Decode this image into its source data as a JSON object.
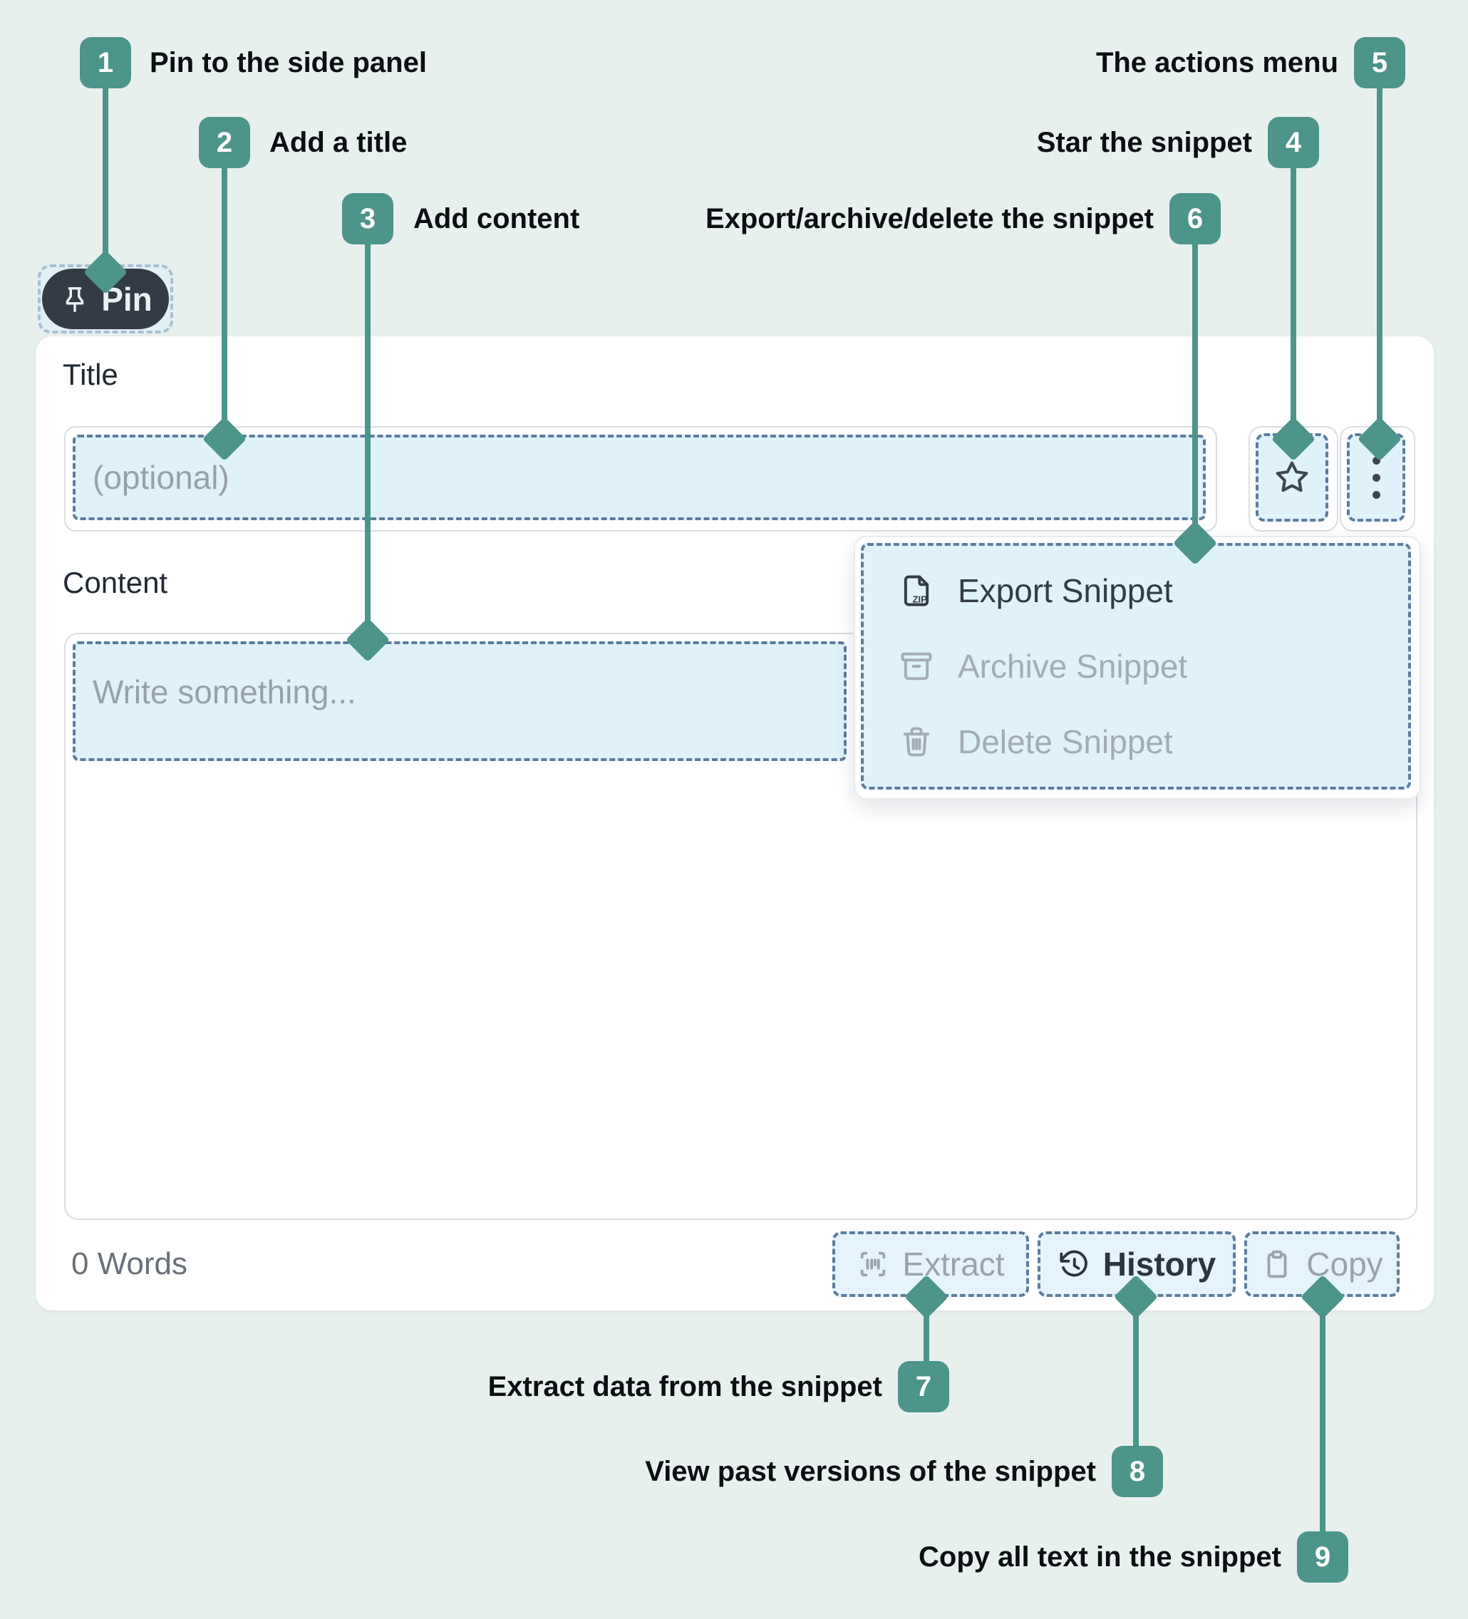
{
  "colors": {
    "accent": "#4d948b",
    "background": "#e8f0ee",
    "card": "#ffffff",
    "dashed_border": "#5d7c9b",
    "dashed_fill": "#dbf0f9",
    "pin_pill": "#333b46",
    "label_text": "#0b0f13",
    "heading_text": "#212932",
    "placeholder_text": "#98a1ab",
    "disabled_text": "#a3acb4",
    "enabled_text": "#333c46"
  },
  "callouts": [
    {
      "number": "1",
      "label": "Pin to the side panel"
    },
    {
      "number": "2",
      "label": "Add a title"
    },
    {
      "number": "3",
      "label": "Add content"
    },
    {
      "number": "4",
      "label": "Star the snippet"
    },
    {
      "number": "5",
      "label": "The actions menu"
    },
    {
      "number": "6",
      "label": "Export/archive/delete the snippet"
    },
    {
      "number": "7",
      "label": "Extract data from the snippet"
    },
    {
      "number": "8",
      "label": "View past versions of the snippet"
    },
    {
      "number": "9",
      "label": "Copy all text in the snippet"
    }
  ],
  "editor": {
    "pin_button": {
      "label": "Pin"
    },
    "title": {
      "heading": "Title",
      "placeholder": "(optional)"
    },
    "content": {
      "heading": "Content",
      "placeholder": "Write something..."
    },
    "actions_menu": {
      "items": [
        {
          "label": "Export Snippet"
        },
        {
          "label": "Archive Snippet"
        },
        {
          "label": "Delete Snippet"
        }
      ]
    },
    "footer": {
      "word_count": "0 Words",
      "extract_label": "Extract",
      "history_label": "History",
      "copy_label": "Copy"
    }
  }
}
